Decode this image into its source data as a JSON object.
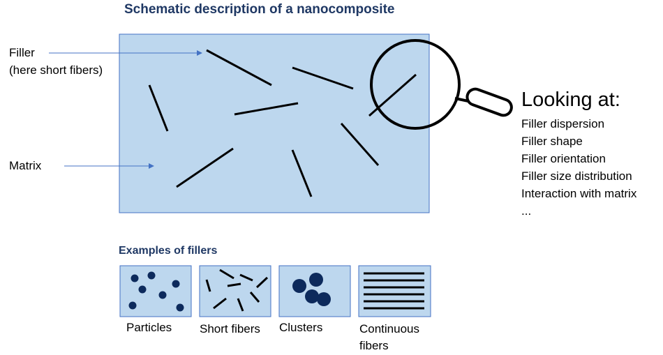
{
  "title": "Schematic description of a nanocomposite",
  "labels": {
    "filler_line1": "Filler",
    "filler_line2": "(here short fibers)",
    "matrix": "Matrix"
  },
  "looking": {
    "heading": "Looking at:",
    "items": [
      "Filler dispersion",
      "Filler shape",
      "Filler orientation",
      "Filler size distribution",
      "Interaction with matrix",
      "..."
    ]
  },
  "examples": {
    "title": "Examples of fillers",
    "captions": {
      "particles": "Particles",
      "short_fibers": "Short fibers",
      "clusters": "Clusters",
      "continuous_line1": "Continuous",
      "continuous_line2": "fibers"
    }
  },
  "colors": {
    "matrix_fill": "#bdd7ee",
    "box_stroke": "#4472c4",
    "arrow": "#4472c4",
    "title": "#1f3864",
    "filler_dark": "#0d2a5c"
  }
}
